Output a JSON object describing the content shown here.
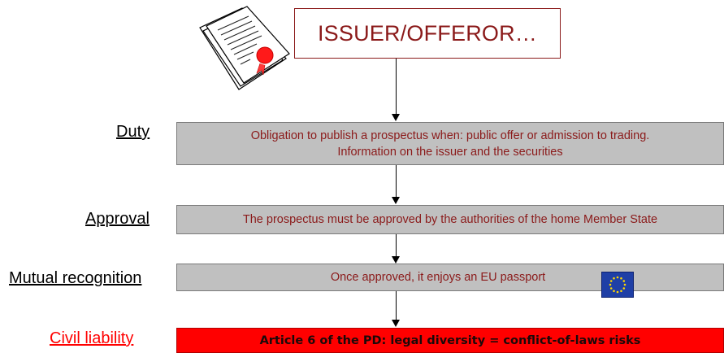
{
  "title": "ISSUER/OFFEROR…",
  "steps": [
    {
      "label": "Duty",
      "text_line1": "Obligation to publish a prospectus when: public offer or admission to trading.",
      "text_line2": "Information on the issuer and the securities"
    },
    {
      "label": "Approval",
      "text_line1": "The prospectus must be approved by the authorities of the home Member State"
    },
    {
      "label": "Mutual recognition",
      "text_line1": "Once approved, it enjoys an EU passport"
    },
    {
      "label": "Civil liability",
      "text_line1": "Article 6 of the PD: legal diversity = conflict-of-laws risks"
    }
  ],
  "colors": {
    "title_text": "#8b1a1a",
    "step_fill": "#c0c0c0",
    "step_text": "#8b1a1a",
    "highlight_fill": "#ff0000",
    "highlight_label": "#ff0000",
    "eu_flag_blue": "#1f3fa6",
    "eu_flag_stars": "#ffd700"
  },
  "icons": {
    "document": "document-with-seal-icon",
    "flag": "eu-flag-icon"
  }
}
